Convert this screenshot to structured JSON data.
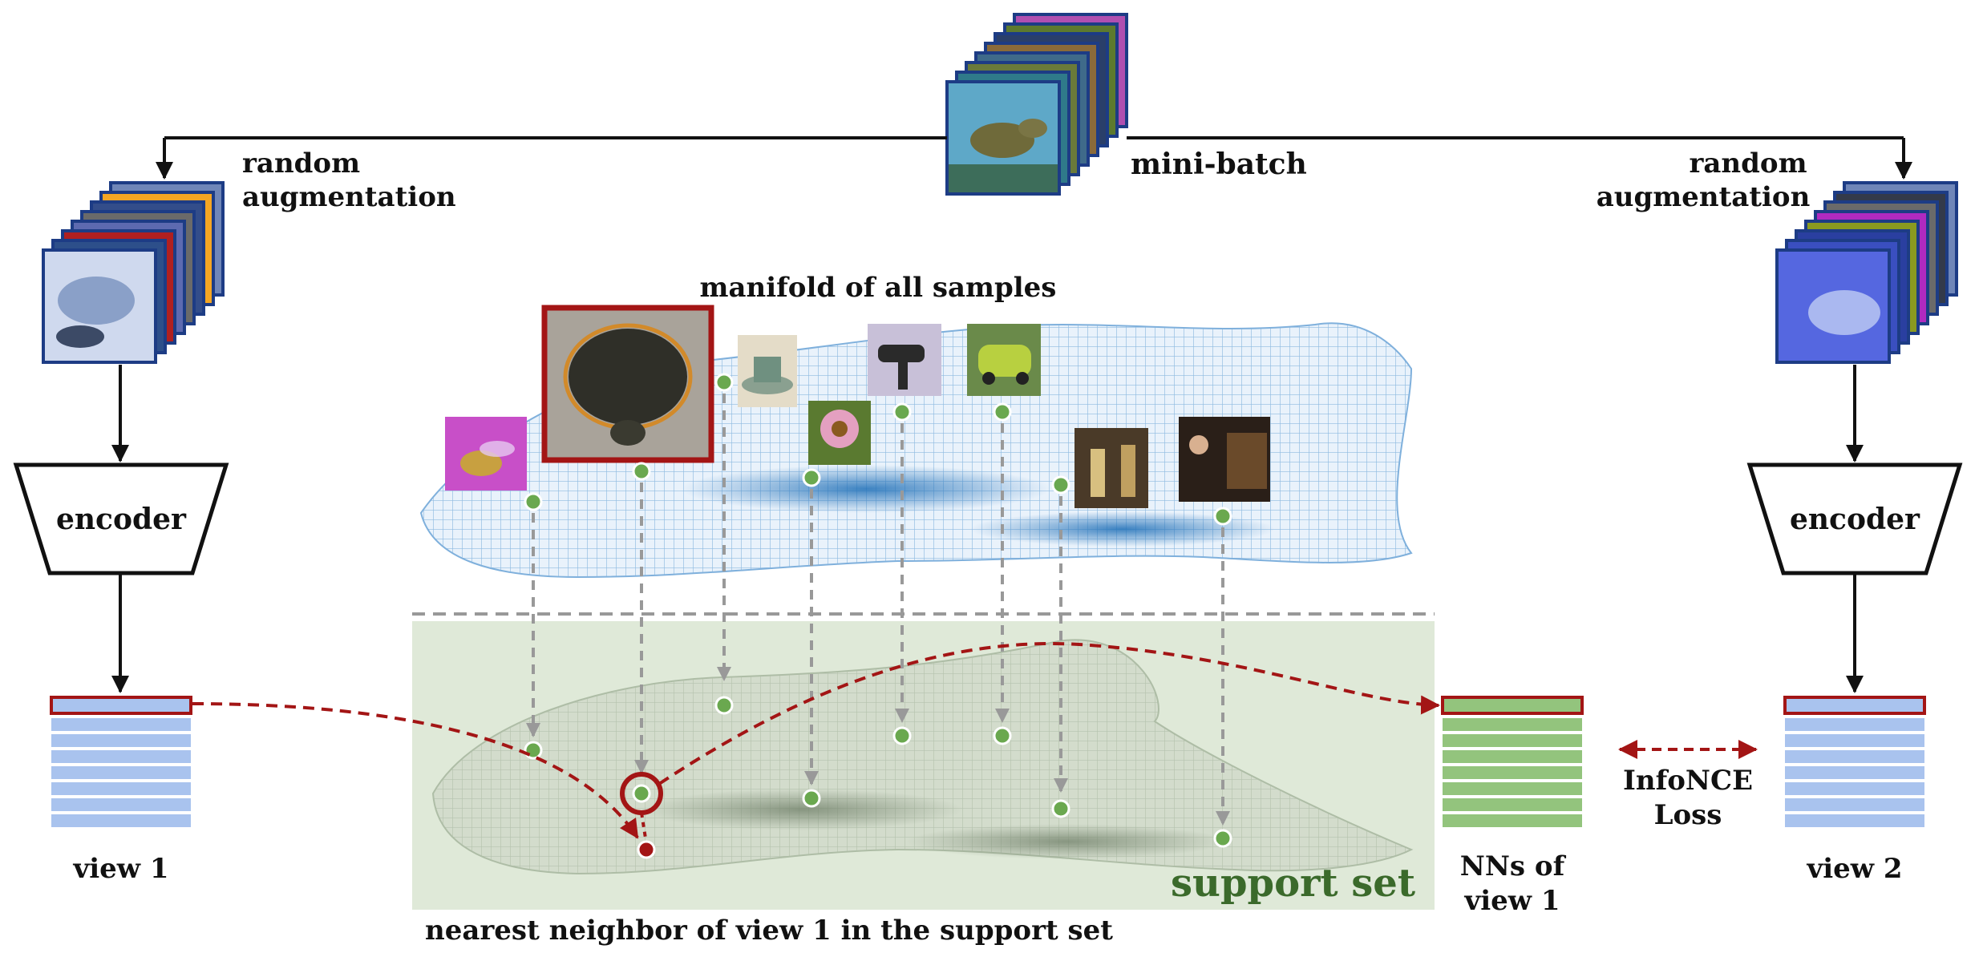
{
  "labels": {
    "mini_batch": "mini-batch",
    "random_aug_left_1": "random",
    "random_aug_left_2": "augmentation",
    "random_aug_right_1": "random",
    "random_aug_right_2": "augmentation",
    "encoder_left": "encoder",
    "encoder_right": "encoder",
    "view1": "view 1",
    "view2": "view 2",
    "manifold": "manifold of  all samples",
    "support_set": "support set",
    "nn_caption": "nearest neighbor of view 1 in the support set",
    "nns_line1": "NNs of",
    "nns_line2": "view 1",
    "loss_line1": "InfoNCE",
    "loss_line2": "Loss"
  },
  "colors": {
    "embedding_blue": "#a9c3ee",
    "nn_green": "#93c47d",
    "highlight_red": "#a31515",
    "point_green": "#6aa84f",
    "support_bg": "#dfe9d8",
    "support_text": "#3b6a2b",
    "arrow_gray": "#999999",
    "manifold_blue": "#5b9bd5"
  },
  "sample_images": [
    "bee",
    "turtle",
    "teacup",
    "hair-dryer",
    "flower",
    "car",
    "musicians",
    "pianist"
  ]
}
